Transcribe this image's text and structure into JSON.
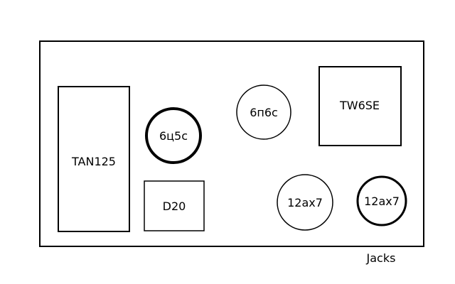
{
  "layout": {
    "components": [
      {
        "id": "tan125",
        "shape": "rect",
        "label": "TAN125"
      },
      {
        "id": "d20",
        "shape": "rect",
        "label": "D20"
      },
      {
        "id": "tw6se",
        "shape": "rect",
        "label": "TW6SE"
      },
      {
        "id": "tube-6c5c",
        "shape": "circle",
        "label": "6ц5с"
      },
      {
        "id": "tube-6p6c",
        "shape": "circle",
        "label": "6п6с"
      },
      {
        "id": "tube-12ax7-a",
        "shape": "circle",
        "label": "12ax7"
      },
      {
        "id": "tube-12ax7-b",
        "shape": "circle",
        "label": "12ax7"
      }
    ],
    "jacks_label": "Jacks"
  }
}
